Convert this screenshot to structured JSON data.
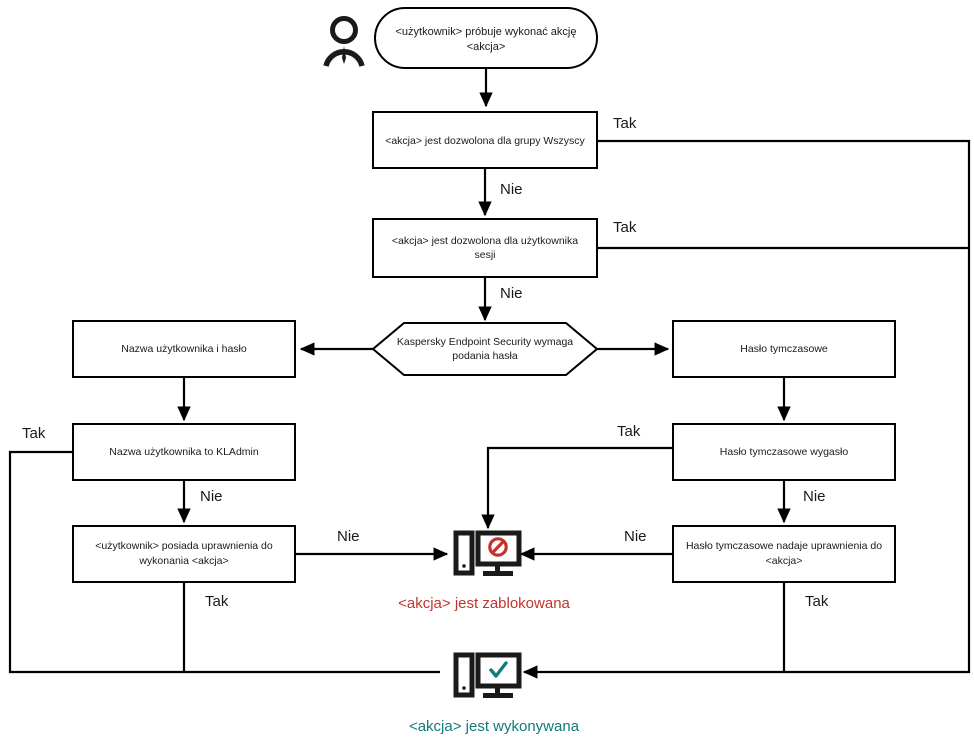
{
  "diagram": {
    "title": "Kaspersky Endpoint Security password check flow",
    "colors": {
      "line": "#000000",
      "text": "#1a1a1a",
      "blocked": "#c1352c",
      "executed": "#117a7a"
    },
    "actor": {
      "icon": "person-icon"
    },
    "nodes": {
      "start": {
        "label_line1": "<użytkownik> próbuje wykonać akcję",
        "label_line2": "<akcja>"
      },
      "allowed_everyone": {
        "label_line1": "<akcja> jest dozwolona dla grupy Wszyscy",
        "label_line2": ""
      },
      "allowed_session_user": {
        "label_line1": "<akcja> jest dozwolona dla użytkownika",
        "label_line2": "sesji"
      },
      "requires_password": {
        "label_line1": "Kaspersky Endpoint Security wymaga",
        "label_line2": "podania hasła"
      },
      "username_password": {
        "label_line1": "Nazwa użytkownika i hasło",
        "label_line2": ""
      },
      "temporary_password": {
        "label_line1": "Hasło tymczasowe",
        "label_line2": ""
      },
      "username_is_kladmin": {
        "label_line1": "Nazwa użytkownika to KLAdmin",
        "label_line2": ""
      },
      "temp_password_expired": {
        "label_line1": "Hasło tymczasowe wygasło",
        "label_line2": ""
      },
      "user_has_permission": {
        "label_line1": "<użytkownik> posiada uprawnienia do",
        "label_line2": "wykonania <akcja>"
      },
      "temp_password_grants": {
        "label_line1": "Hasło tymczasowe nadaje uprawnienia do",
        "label_line2": "<akcja>"
      },
      "blocked": {
        "icon": "computer-blocked-icon",
        "label": "<akcja> jest zablokowana"
      },
      "executed": {
        "icon": "computer-check-icon",
        "label": "<akcja> jest wykonywana"
      }
    },
    "edge_labels": {
      "yes_everyone": "Tak",
      "no_everyone": "Nie",
      "yes_session": "Tak",
      "no_session": "Nie",
      "yes_kladmin": "Tak",
      "no_kladmin": "Nie",
      "no_permission": "Nie",
      "yes_permission": "Tak",
      "yes_expired": "Tak",
      "no_expired": "Nie",
      "no_grants": "Nie",
      "yes_grants": "Tak"
    }
  }
}
